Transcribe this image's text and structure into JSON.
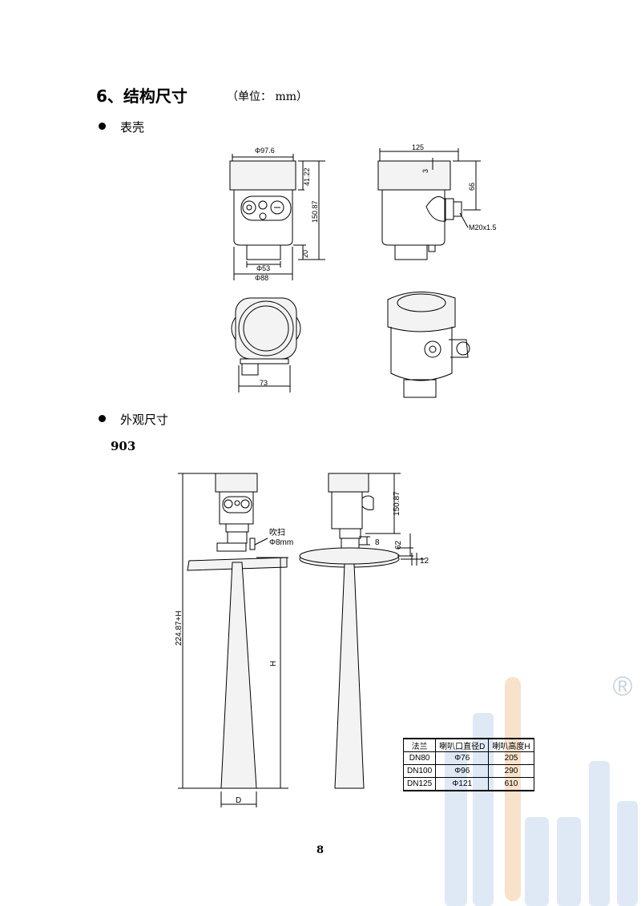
{
  "section": {
    "title": "6、结构尺寸",
    "unit": "（单位： mm）"
  },
  "housing": {
    "heading": "表壳",
    "front": {
      "top_dia": "Φ97.6",
      "dim_41": "41.22",
      "dim_150": "150.87",
      "dim_20": "20",
      "neck_dia": "Φ53",
      "base_dia": "Φ88"
    },
    "side": {
      "width": "125",
      "dim_3": "3",
      "dim_66": "66",
      "thread": "M20x1.5"
    },
    "top": {
      "width": "73"
    }
  },
  "appearance": {
    "heading": "外观尺寸",
    "model": "903",
    "purge_label_1": "吹扫",
    "purge_label_2": "Φ8mm",
    "total_height": "224.87+H",
    "horn_height": "H",
    "horn_dia": "D",
    "head_height": "150.87",
    "dim_8": "8",
    "dim_62": "62",
    "dim_12": "12"
  },
  "table": {
    "headers": [
      "法兰",
      "喇叭口直径D",
      "喇叭高度H"
    ],
    "rows": [
      [
        "DN80",
        "Φ76",
        "205"
      ],
      [
        "DN100",
        "Φ96",
        "290"
      ],
      [
        "DN125",
        "Φ121",
        "610"
      ]
    ]
  },
  "watermark_symbol": "®",
  "page_number": "8",
  "colors": {
    "watermark_blue": "#c9daf0",
    "watermark_orange": "#f7d6b3"
  }
}
